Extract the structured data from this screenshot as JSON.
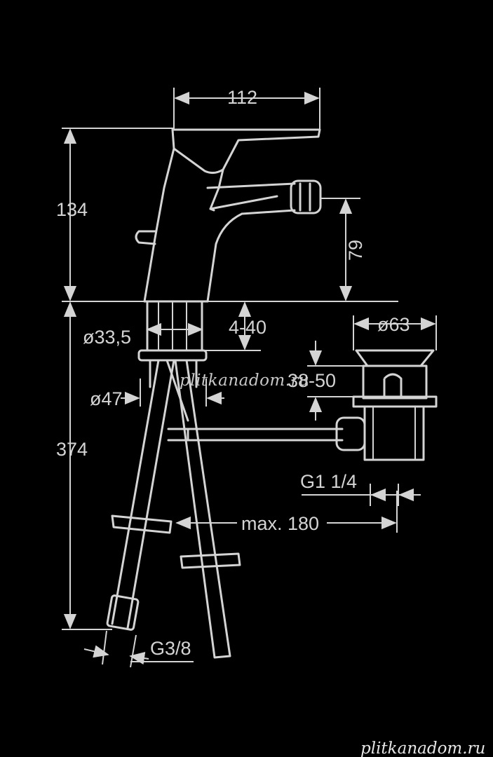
{
  "colors": {
    "background": "#000000",
    "line": "#d4d4d4"
  },
  "dimensions": {
    "width_112": "112",
    "height_134": "134",
    "height_79": "79",
    "dia_33_5": "ø33,5",
    "range_4_40": "4-40",
    "dia_63": "ø63",
    "range_38_50": "38-50",
    "dia_47": "ø47",
    "height_374": "374",
    "thread_g1_1_4": "G1 1/4",
    "max_180": "max. 180",
    "thread_g3_8": "G3/8"
  },
  "watermark": {
    "center": "plitkanadom.ru",
    "corner": "plitkanadom.ru"
  }
}
